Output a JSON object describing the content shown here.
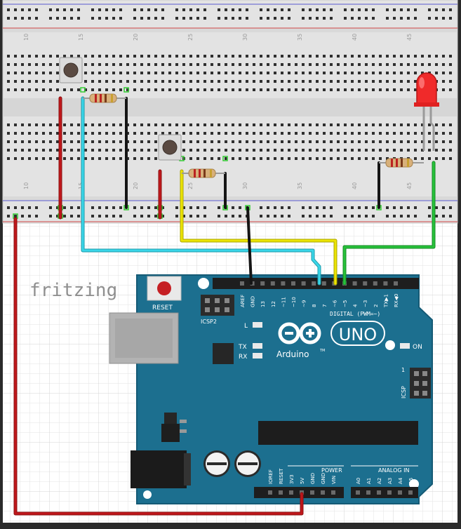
{
  "watermark": "fritzing",
  "breadboard": {
    "column_numbers": [
      "10",
      "15",
      "20",
      "25",
      "30",
      "35",
      "40",
      "45"
    ]
  },
  "arduino": {
    "brand": "Arduino",
    "trademark": "TM",
    "model": "UNO",
    "reset_label": "RESET",
    "icsp2_label": "ICSP2",
    "icsp_label": "ICSP",
    "icsp_pin1": "1",
    "led_l": "L",
    "led_tx": "TX",
    "led_rx": "RX",
    "on_label": "ON",
    "digital_title": "DIGITAL (PWM=~)",
    "digital_pins": [
      "AREF",
      "GND",
      "13",
      "12",
      "~11",
      "~10",
      "~9",
      "8",
      "7",
      "~6",
      "~5",
      "4",
      "~3",
      "2",
      "TX▶1",
      "RX◀0"
    ],
    "power_title": "POWER",
    "power_pins": [
      "IOREF",
      "RESET",
      "3V3",
      "5V",
      "GND",
      "GND",
      "VIN"
    ],
    "analog_title": "ANALOG IN",
    "analog_pins": [
      "A0",
      "A1",
      "A2",
      "A3",
      "A4",
      "A5"
    ]
  },
  "colors": {
    "board": "#1c6f8f",
    "breadboard": "#e6e6e6",
    "wire_red": "#c0171b",
    "wire_cyan": "#3ad6e8",
    "wire_yellow": "#ece400",
    "wire_green": "#27c23a",
    "wire_black": "#151515",
    "led": "#f02a2a"
  }
}
